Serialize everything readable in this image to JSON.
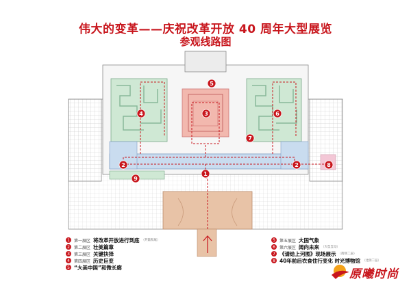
{
  "title": {
    "line1": "伟大的变革——庆祝改革开放 40 周年大型展览",
    "line2": "参观线路图"
  },
  "markers": [
    {
      "num": "1"
    },
    {
      "num": "2"
    },
    {
      "num": "3"
    },
    {
      "num": "4"
    },
    {
      "num": "5"
    },
    {
      "num": "6"
    },
    {
      "num": "7"
    },
    {
      "num": "2"
    },
    {
      "num": "8"
    },
    {
      "num": "9"
    }
  ],
  "legend_left": [
    {
      "num": "1",
      "zone": "第一展区",
      "name": "将改革开放进行到底",
      "note": "（开篇和尾）"
    },
    {
      "num": "2",
      "zone": "第二展区",
      "name": "壮美篇章",
      "note": ""
    },
    {
      "num": "3",
      "zone": "第三展区",
      "name": "关键抉择",
      "note": ""
    },
    {
      "num": "4",
      "zone": "第四展区",
      "name": "历史巨变",
      "note": ""
    },
    {
      "num": "5",
      "zone": "",
      "name": "“大美中国”和微长廊",
      "note": ""
    }
  ],
  "legend_right": [
    {
      "num": "5",
      "zone": "第五展区",
      "name": "大国气象",
      "note": ""
    },
    {
      "num": "6",
      "zone": "第六展区",
      "name": "阔向未来",
      "note": "（大型互动）"
    },
    {
      "num": "7",
      "zone": "",
      "name": "《请给上河图》现场展示",
      "note": "（南侧二层）"
    },
    {
      "num": "8",
      "zone": "",
      "name": "40年前后衣食住行变化  时光博物馆",
      "note": "（北侧二层）"
    }
  ],
  "brand": {
    "text": "原曦时尚"
  },
  "colors": {
    "accent": "#c8161d",
    "route": "#c8161d",
    "plaza": "#e8c3a7",
    "hall": "#f2b8ae",
    "green_zone": "#cfe8d4",
    "blue_zone": "#c9dcef"
  }
}
